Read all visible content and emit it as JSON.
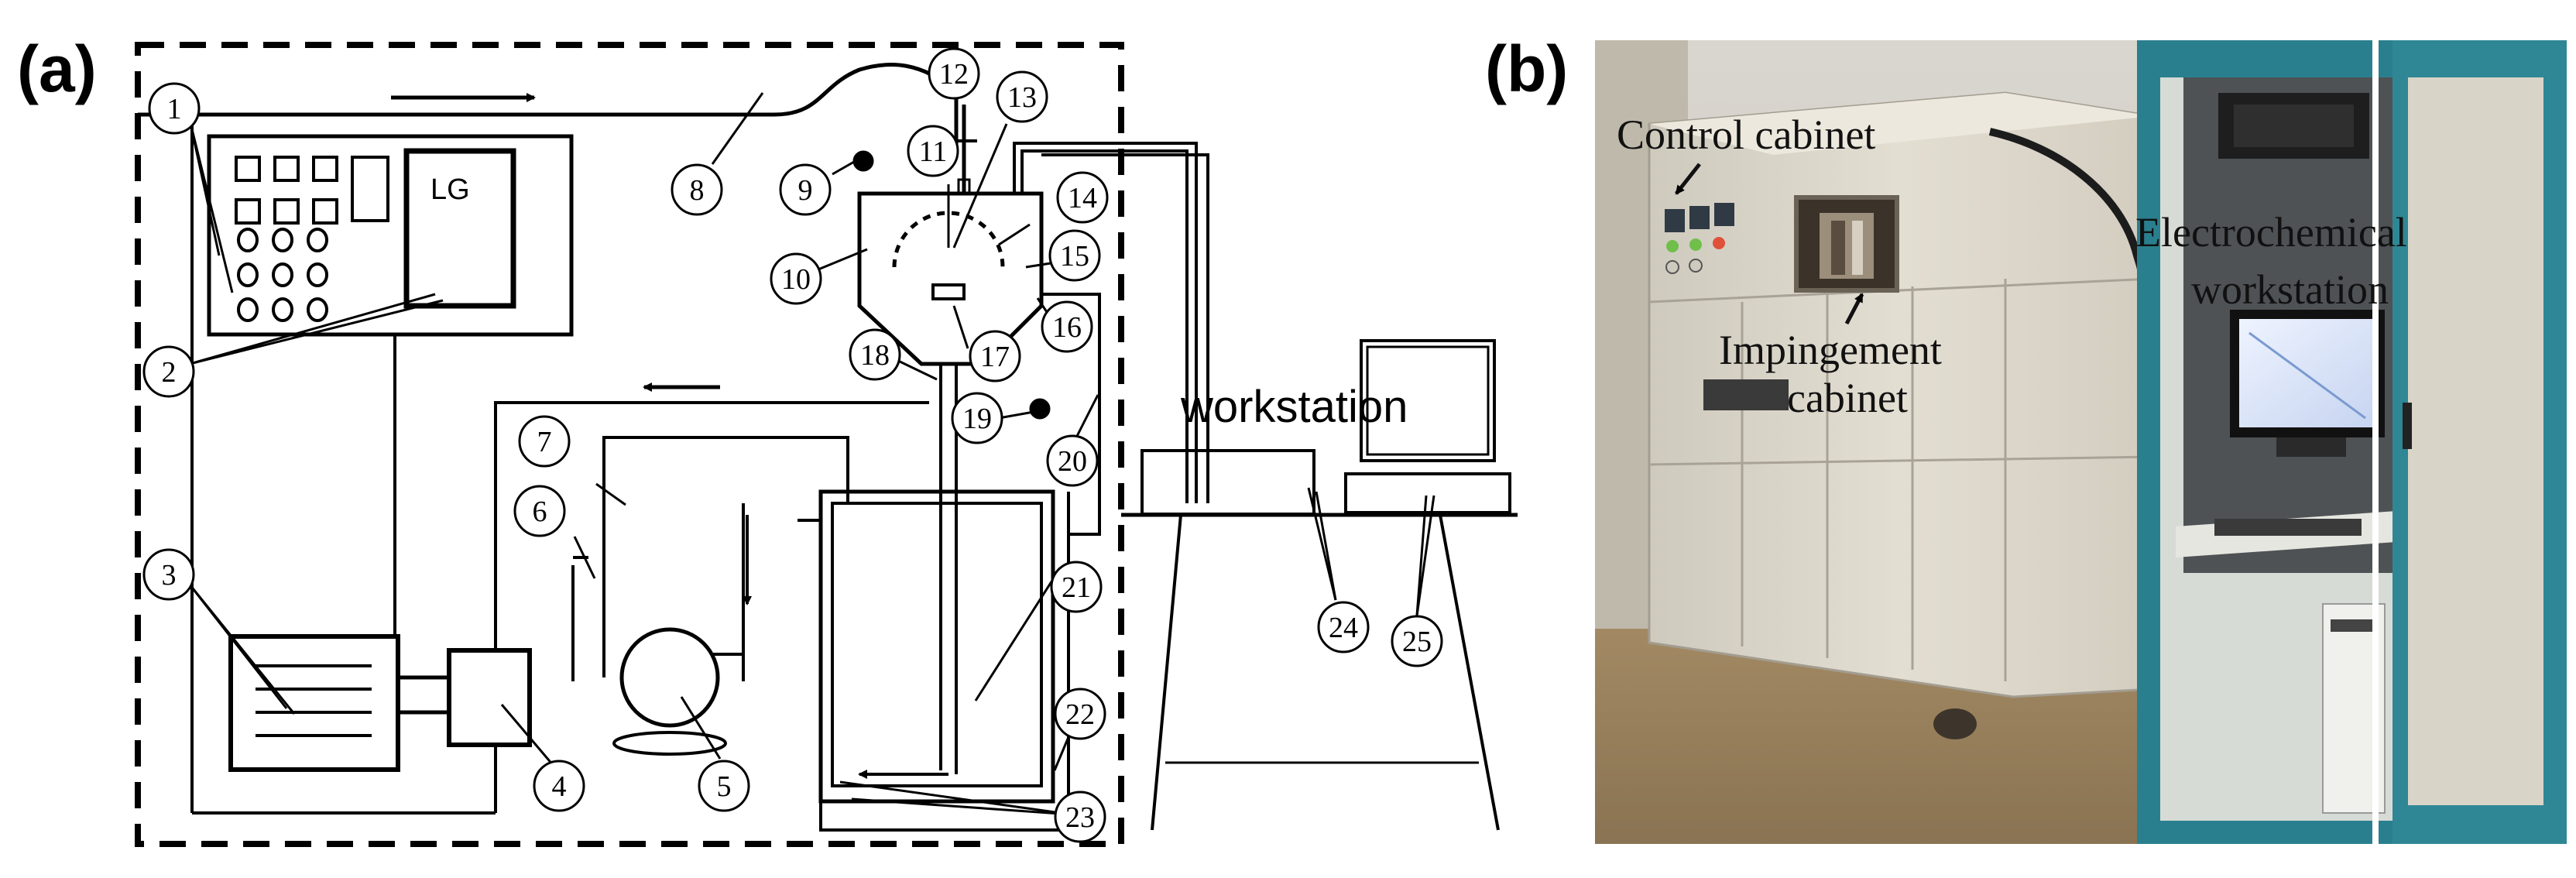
{
  "panel_a": {
    "label": "(a)",
    "controller_text": "LG",
    "workstation_text": "workstation",
    "callouts": [
      "1",
      "2",
      "3",
      "4",
      "5",
      "6",
      "7",
      "8",
      "9",
      "10",
      "11",
      "12",
      "13",
      "14",
      "15",
      "16",
      "17",
      "18",
      "19",
      "20",
      "21",
      "22",
      "23",
      "24",
      "25"
    ]
  },
  "panel_b": {
    "label": "(b)",
    "control_cabinet": "Control cabinet",
    "impingement_line1": "Impingement",
    "impingement_line2": "cabinet",
    "electrochemical_line1": "Electrochemical",
    "electrochemical_line2": "workstation"
  }
}
